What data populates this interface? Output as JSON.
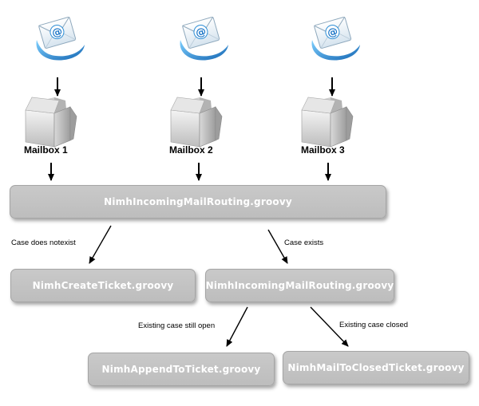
{
  "mailboxes": [
    {
      "label": "Mailbox 1"
    },
    {
      "label": "Mailbox 2"
    },
    {
      "label": "Mailbox 3"
    }
  ],
  "nodes": {
    "routing_main": "NimhIncomingMailRouting.groovy",
    "create_ticket": "NimhCreateTicket.groovy",
    "routing_secondary": "NimhIncomingMailRouting.groovy",
    "append_ticket": "NimhAppendToTicket.groovy",
    "closed_ticket": "NimhMailToClosedTicket.groovy"
  },
  "edges": {
    "case_not_exist": "Case does notexist",
    "case_exists": "Case exists",
    "case_open": "Existing case still open",
    "case_closed": "Existing case closed"
  },
  "icons": {
    "email": "email-envelope-icon",
    "mailbox": "open-box-icon"
  },
  "colors": {
    "node_fill": "#c3c3c3",
    "node_text": "#ffffff",
    "arrow": "#000000",
    "envelope_accent": "#2f8fd6"
  }
}
